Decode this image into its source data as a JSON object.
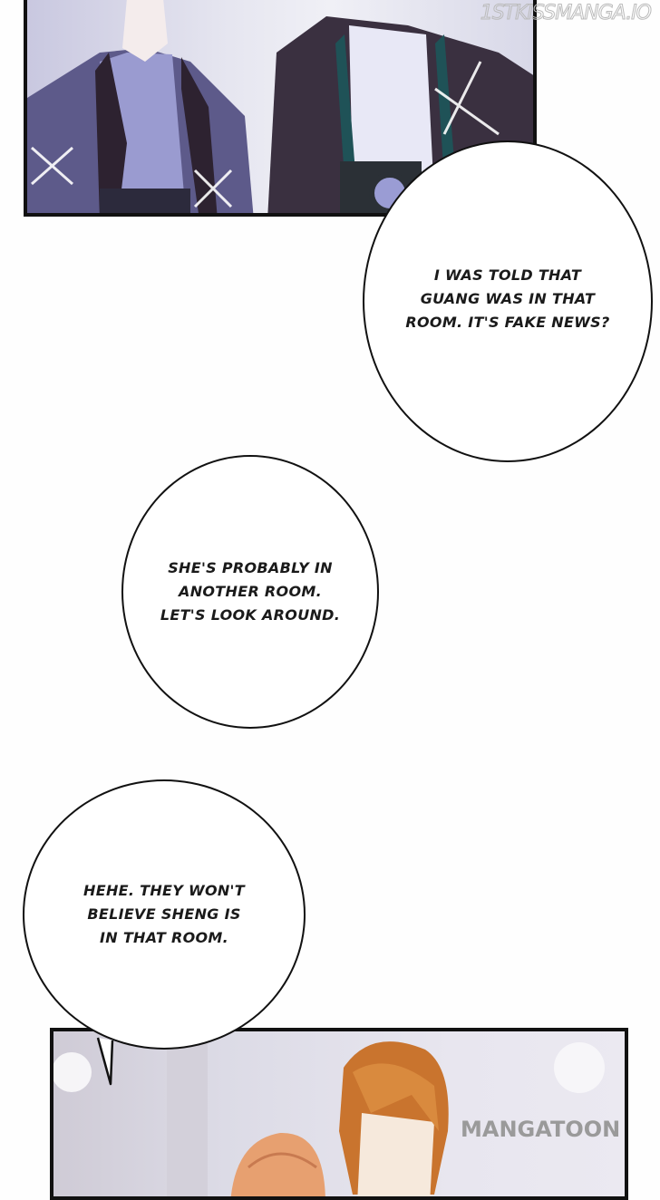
{
  "watermarks": {
    "top": "1STKISSMANGA.IO",
    "bottom": "MANGATOON"
  },
  "bubbles": [
    {
      "text": "I WAS TOLD THAT\nGUANG WAS IN THAT\nROOM. IT'S FAKE NEWS?"
    },
    {
      "text": "SHE'S PROBABLY IN\nANOTHER ROOM.\nLET'S LOOK AROUND."
    },
    {
      "text": "HEHE. THEY WON'T\nBELIEVE SHENG IS\nIN THAT ROOM."
    }
  ],
  "colors": {
    "border": "#111111",
    "page_bg": "#fefefe",
    "suit_purple": "#5d5a8a",
    "coat_dark": "#3a3040",
    "hair_orange": "#c9742e"
  }
}
